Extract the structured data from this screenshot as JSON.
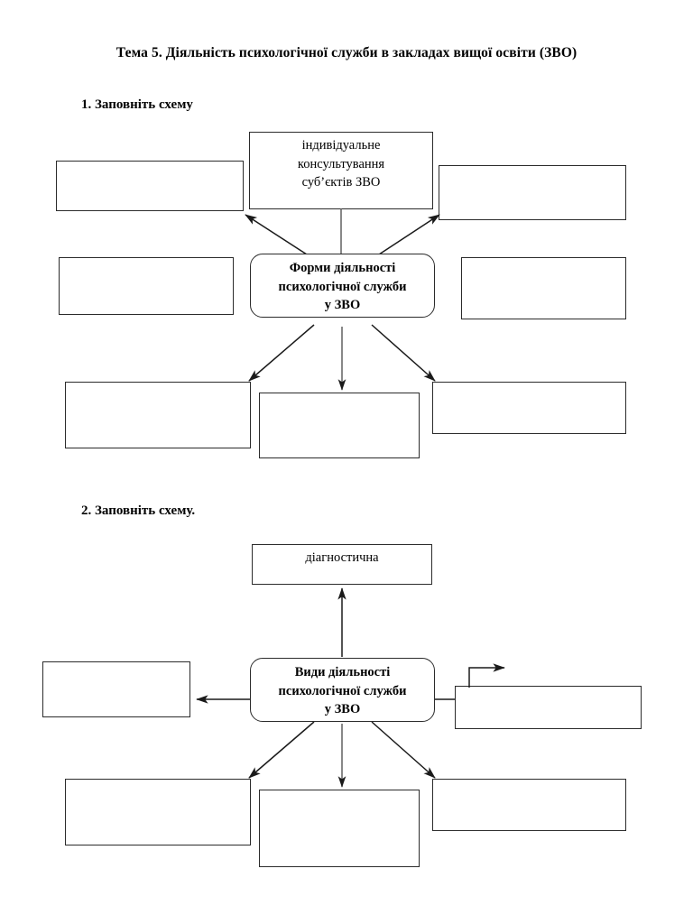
{
  "document": {
    "title": "Тема 5. Діяльність психологічної служби в закладах вищої освіти (ЗВО)"
  },
  "tasks": [
    {
      "id": "task-1",
      "heading": "1. Заповніть схему",
      "diagram": {
        "center": {
          "label": "Форми діяльності психологічної служби у ЗВО",
          "lines": [
            "Форми діяльності",
            "психологічної служби",
            "у ЗВО"
          ]
        },
        "nodes": [
          {
            "id": "top",
            "label": "індивідуальне консультування суб’єктів ЗВО",
            "lines": [
              "індивідуальне",
              "консультування",
              "суб’єктів ЗВО"
            ],
            "filled": true
          },
          {
            "id": "upper-left",
            "label": "",
            "lines": [],
            "filled": false
          },
          {
            "id": "upper-right",
            "label": "",
            "lines": [],
            "filled": false
          },
          {
            "id": "mid-left",
            "label": "",
            "lines": [],
            "filled": false
          },
          {
            "id": "mid-right",
            "label": "",
            "lines": [],
            "filled": false
          },
          {
            "id": "bottom-left",
            "label": "",
            "lines": [],
            "filled": false
          },
          {
            "id": "bottom-center",
            "label": "",
            "lines": [],
            "filled": false
          },
          {
            "id": "bottom-right",
            "label": "",
            "lines": [],
            "filled": false
          }
        ]
      }
    },
    {
      "id": "task-2",
      "heading": "2. Заповніть схему.",
      "diagram": {
        "center": {
          "label": "Види діяльності психологічної служби у ЗВО",
          "lines": [
            "Види діяльності",
            "психологічної служби",
            "у ЗВО"
          ]
        },
        "nodes": [
          {
            "id": "top",
            "label": "діагностична",
            "lines": [
              "діагностична"
            ],
            "filled": true
          },
          {
            "id": "left",
            "label": "",
            "lines": [],
            "filled": false
          },
          {
            "id": "right",
            "label": "",
            "lines": [],
            "filled": false
          },
          {
            "id": "bottom-left",
            "label": "",
            "lines": [],
            "filled": false
          },
          {
            "id": "bottom-center",
            "label": "",
            "lines": [],
            "filled": false
          },
          {
            "id": "bottom-right",
            "label": "",
            "lines": [],
            "filled": false
          }
        ]
      }
    }
  ],
  "colors": {
    "stroke": "#2b2b2b",
    "text": "#000000",
    "background": "#ffffff"
  }
}
